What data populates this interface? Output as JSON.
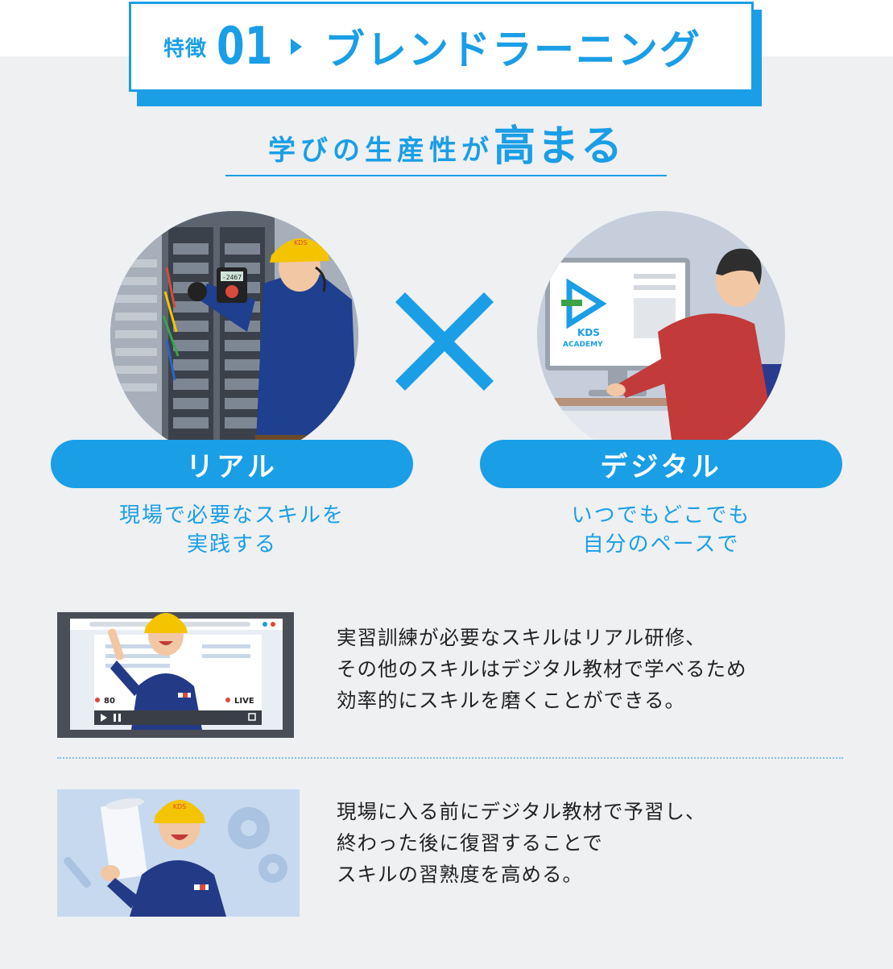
{
  "feature": {
    "label": "特徴",
    "number": "01",
    "title": "ブレンドラーニング"
  },
  "headline": {
    "lead": "学びの生産性が",
    "emphasis": "高まる"
  },
  "cards": [
    {
      "label": "リアル",
      "desc_line1": "現場で必要なスキルを",
      "desc_line2": "実践する"
    },
    {
      "label": "デジタル",
      "desc_line1": "いつでもどこでも",
      "desc_line2": "自分のペースで"
    }
  ],
  "illustrations": {
    "monitor_brand_line1": "KDS",
    "monitor_brand_line2": "ACADEMY",
    "helmet_brand": "KDS",
    "meter_reading": "-2467",
    "viewer_count": "80",
    "live_label": "LIVE"
  },
  "points": [
    {
      "line1": "実習訓練が必要なスキルはリアル研修、",
      "line2": "その他のスキルはデジタル教材で学べるため",
      "line3": "効率的にスキルを磨くことができる。"
    },
    {
      "line1": "現場に入る前にデジタル教材で予習し、",
      "line2": "終わった後に復習することで",
      "line3": "スキルの習熟度を高める。"
    }
  ],
  "colors": {
    "accent": "#1a9ee6",
    "panel": "#eef0f2",
    "helmet": "#f4c400",
    "uniform": "#233a86",
    "sweater": "#c23a3a"
  }
}
